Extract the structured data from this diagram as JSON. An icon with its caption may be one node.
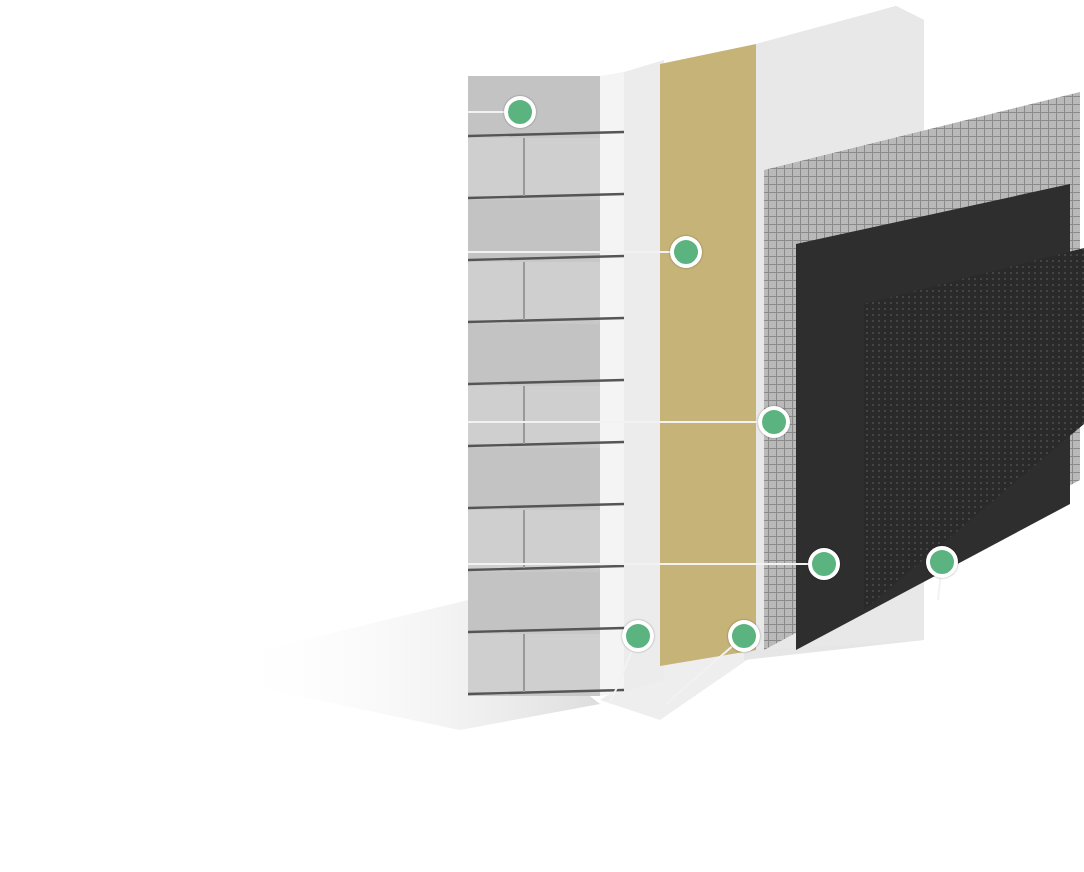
{
  "diagram": {
    "nodes": [
      {
        "text": [],
        "shape": "circle"
      },
      {
        "text": [],
        "shape": "circle"
      },
      {
        "text": [],
        "shape": "circle"
      },
      {
        "text": [],
        "shape": "circle"
      },
      {
        "text": [],
        "shape": "circle"
      },
      {
        "text": [],
        "shape": "circle"
      },
      {
        "text": [],
        "shape": "circle"
      }
    ],
    "edges": [
      {
        "from": null,
        "to": 0,
        "arrow": "none"
      },
      {
        "from": null,
        "to": 1,
        "arrow": "none"
      },
      {
        "from": null,
        "to": 2,
        "arrow": "none"
      },
      {
        "from": null,
        "to": 3,
        "arrow": "none"
      },
      {
        "from": null,
        "to": 4,
        "arrow": "none"
      },
      {
        "from": null,
        "to": 5,
        "arrow": "none"
      },
      {
        "from": null,
        "to": 6,
        "arrow": "none"
      }
    ]
  }
}
